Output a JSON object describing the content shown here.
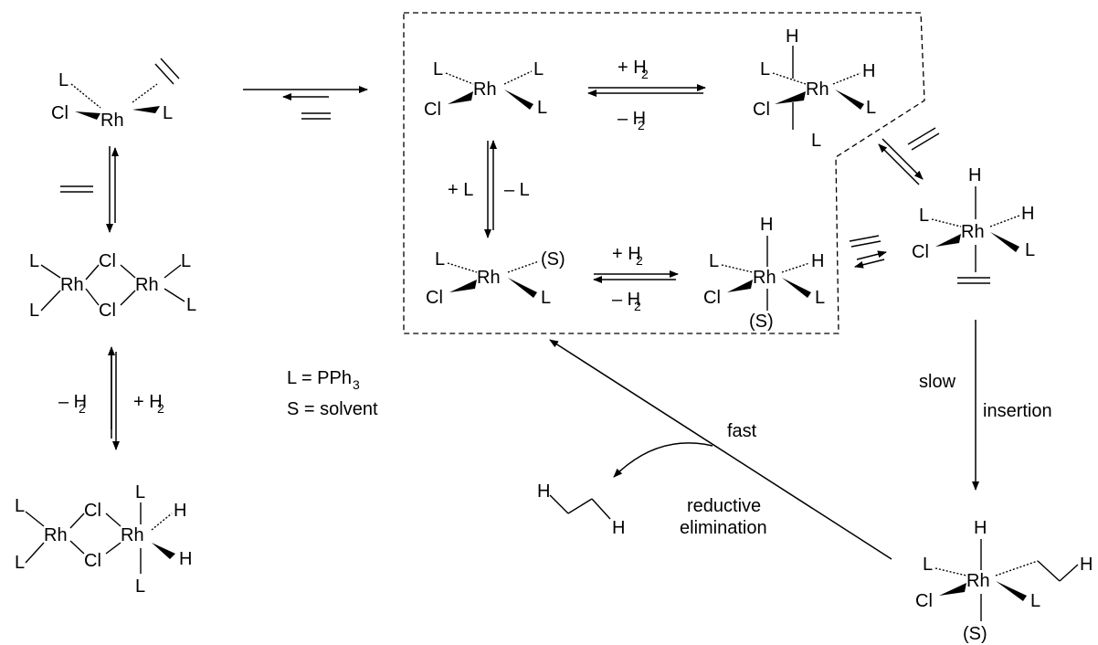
{
  "atoms": {
    "Rh": "Rh",
    "Cl": "Cl",
    "L": "L",
    "H": "H",
    "S": "(S)"
  },
  "labels": {
    "plus_h2": "+ H",
    "minus_h2": "– H",
    "sub2": "2",
    "plus_l": "+ L",
    "minus_l": "– L",
    "legend_l": "L = PPh",
    "sub3": "3",
    "legend_s": "S = solvent",
    "slow": "slow",
    "insertion": "insertion",
    "fast": "fast",
    "reductive": "reductive",
    "elimination": "elimination"
  },
  "colors": {
    "ink": "#000000",
    "background": "#ffffff"
  }
}
